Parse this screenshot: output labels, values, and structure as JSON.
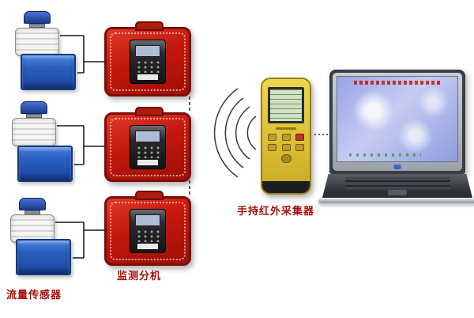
{
  "labels": {
    "flow_sensor": "流量传感器",
    "monitor_unit": "监测分机",
    "handheld_collector": "手持红外采集器"
  },
  "counts": {
    "flow_sensors": 3,
    "monitor_units": 3
  },
  "colors": {
    "case_red": "#c2170c",
    "tank_blue": "#2a5fc0",
    "handheld_yellow": "#ddbe33",
    "label_red": "#a81008"
  }
}
